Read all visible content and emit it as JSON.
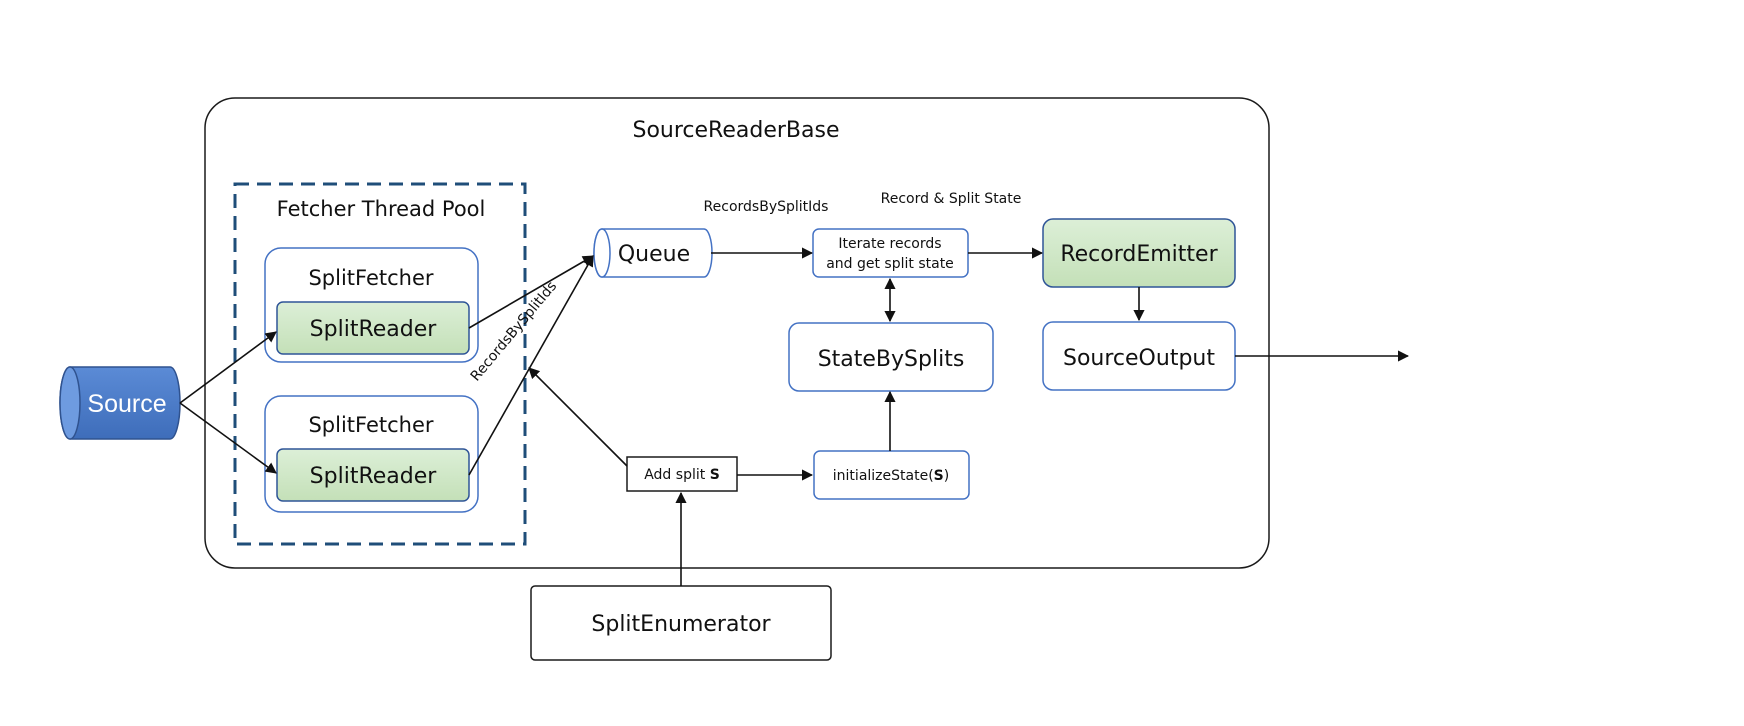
{
  "container": {
    "title": "SourceReaderBase"
  },
  "thread_pool": {
    "title": "Fetcher Thread Pool"
  },
  "source": {
    "label": "Source",
    "color": "#4472C4"
  },
  "fetchers": [
    {
      "title": "SplitFetcher",
      "reader_label": "SplitReader"
    },
    {
      "title": "SplitFetcher",
      "reader_label": "SplitReader"
    }
  ],
  "queue": {
    "label": "Queue"
  },
  "iterate": {
    "line1": "Iterate records",
    "line2": "and get split state"
  },
  "record_emitter": {
    "label": "RecordEmitter"
  },
  "state_by_splits": {
    "label": "StateBySplits"
  },
  "source_output": {
    "label": "SourceOutput"
  },
  "add_split": {
    "prefix": "Add split ",
    "var": "S"
  },
  "initialize_state": {
    "prefix": "initializeState(",
    "var": "S",
    "suffix": ")"
  },
  "split_enumerator": {
    "label": "SplitEnumerator"
  },
  "edge_labels": {
    "records_by_split_ids_top": "RecordsBySplitIds",
    "records_by_split_ids_diag": "RecordsBySplitIds",
    "record_split_state": "Record & Split State"
  },
  "colors": {
    "green_fill": "#D5E8D4",
    "blue_border": "#4472C4",
    "dash_border": "#1F4E79"
  }
}
